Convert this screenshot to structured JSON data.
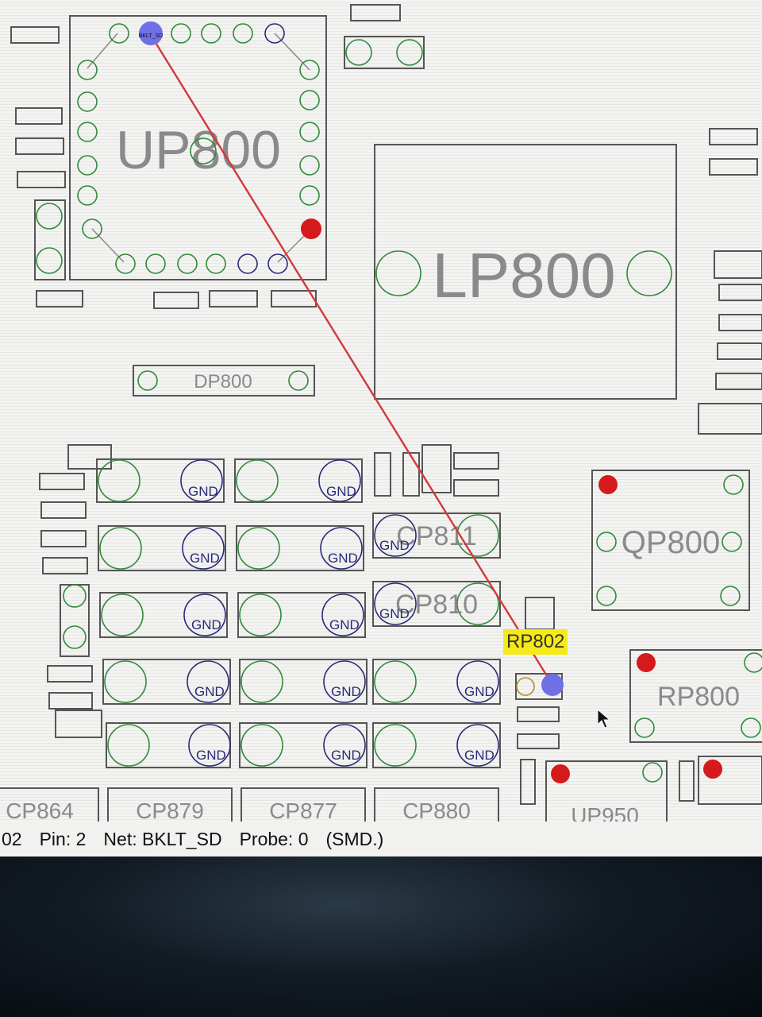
{
  "components": {
    "up800": "UP800",
    "lp800": "LP800",
    "dp800": "DP800",
    "qp800": "QP800",
    "rp800": "RP800",
    "up950": "UP950",
    "cp864": "CP864",
    "cp879": "CP879",
    "cp877": "CP877",
    "cp880": "CP880",
    "cp810": "CP810",
    "cp811": "CP811"
  },
  "highlight": {
    "label": "RP802"
  },
  "pin_labels": {
    "gnd": "GND",
    "net_short": "BKLT_SD"
  },
  "status": {
    "ref": "02",
    "pin": "Pin: 2",
    "net": "Net: BKLT_SD",
    "probe": "Probe: 0",
    "type": "(SMD.)"
  },
  "colors": {
    "trace": "#d03a3a",
    "selected_pin": "#6f6fe6",
    "power_pin": "#d41a1a",
    "highlight_bg": "#f5ea18"
  }
}
